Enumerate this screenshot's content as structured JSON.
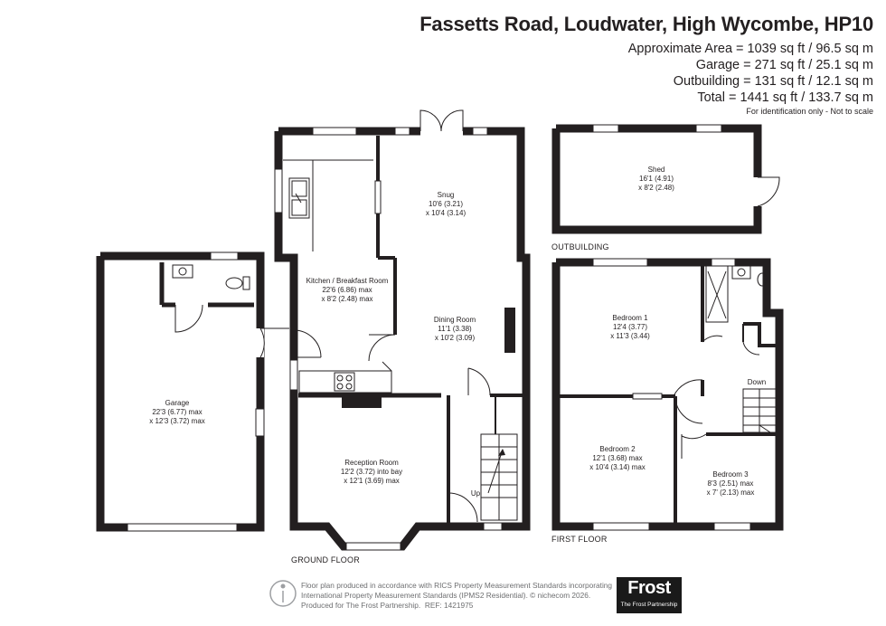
{
  "header": {
    "address": "Fassetts Road, Loudwater, High Wycombe, HP10",
    "areas": [
      "Approximate Area = 1039 sq ft / 96.5 sq m",
      "Garage = 271 sq ft / 25.1 sq m",
      "Outbuilding = 131 sq ft / 12.1 sq m",
      "Total = 1441 sq ft / 133.7 sq m"
    ],
    "disclaimer": "For identification only - Not to scale"
  },
  "floors": {
    "ground": "GROUND FLOOR",
    "first": "FIRST FLOOR",
    "outbuilding": "OUTBUILDING"
  },
  "rooms": {
    "garage": [
      "Garage",
      "22'3 (6.77) max",
      "x 12'3 (3.72) max"
    ],
    "kitchen": [
      "Kitchen / Breakfast Room",
      "22'6 (6.86) max",
      "x 8'2 (2.48) max"
    ],
    "snug": [
      "Snug",
      "10'6 (3.21)",
      "x 10'4 (3.14)"
    ],
    "dining": [
      "Dining Room",
      "11'1 (3.38)",
      "x 10'2 (3.09)"
    ],
    "reception": [
      "Reception Room",
      "12'2 (3.72) into bay",
      "x 12'1 (3.69) max"
    ],
    "shed": [
      "Shed",
      "16'1 (4.91)",
      "x 8'2 (2.48)"
    ],
    "bedroom1": [
      "Bedroom 1",
      "12'4 (3.77)",
      "x 11'3 (3.44)"
    ],
    "bedroom2": [
      "Bedroom 2",
      "12'1 (3.68) max",
      "x 10'4 (3.14) max"
    ],
    "bedroom3": [
      "Bedroom 3",
      "8'3 (2.51) max",
      "x 7' (2.13) max"
    ]
  },
  "stairs": {
    "up": "Up",
    "down": "Down"
  },
  "footer": {
    "line1": "Floor plan produced in accordance with RICS Property Measurement Standards incorporating",
    "line2": "International Property Measurement Standards (IPMS2 Residential). © nichecom 2026.",
    "line3": "Produced for The Frost Partnership.",
    "ref": "REF:  1421975"
  },
  "logo": {
    "word": "Frost",
    "sub": "The Frost Partnership"
  },
  "colors": {
    "wall": "#231f20",
    "text": "#231f20",
    "footer_text": "#6d6e70",
    "logo_bg": "#1a1a1a"
  }
}
